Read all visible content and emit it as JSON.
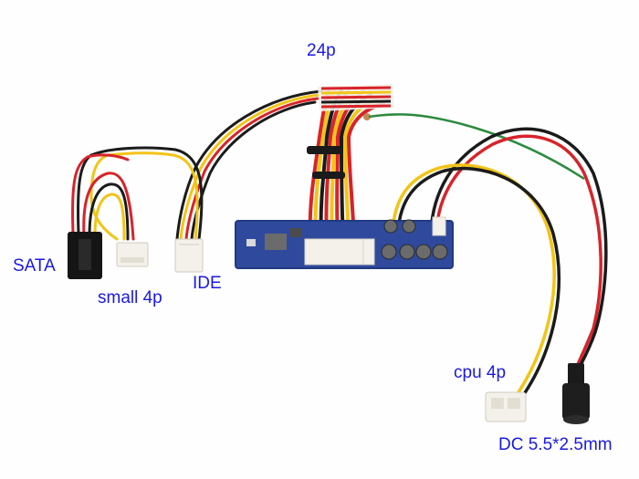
{
  "labels": {
    "p24": "24p",
    "sata": "SATA",
    "small4p": "small 4p",
    "ide": "IDE",
    "cpu4p": "cpu 4p",
    "dc": "DC 5.5*2.5mm"
  },
  "colors": {
    "label_blue": "#1a1ae0",
    "pcb_blue": "#2f4a9c",
    "wire_red": "#d8232a",
    "wire_yellow": "#f2c417",
    "wire_black": "#1b1b1b",
    "wire_green": "#2c8a3e",
    "connector_white": "#f3f1ea"
  }
}
